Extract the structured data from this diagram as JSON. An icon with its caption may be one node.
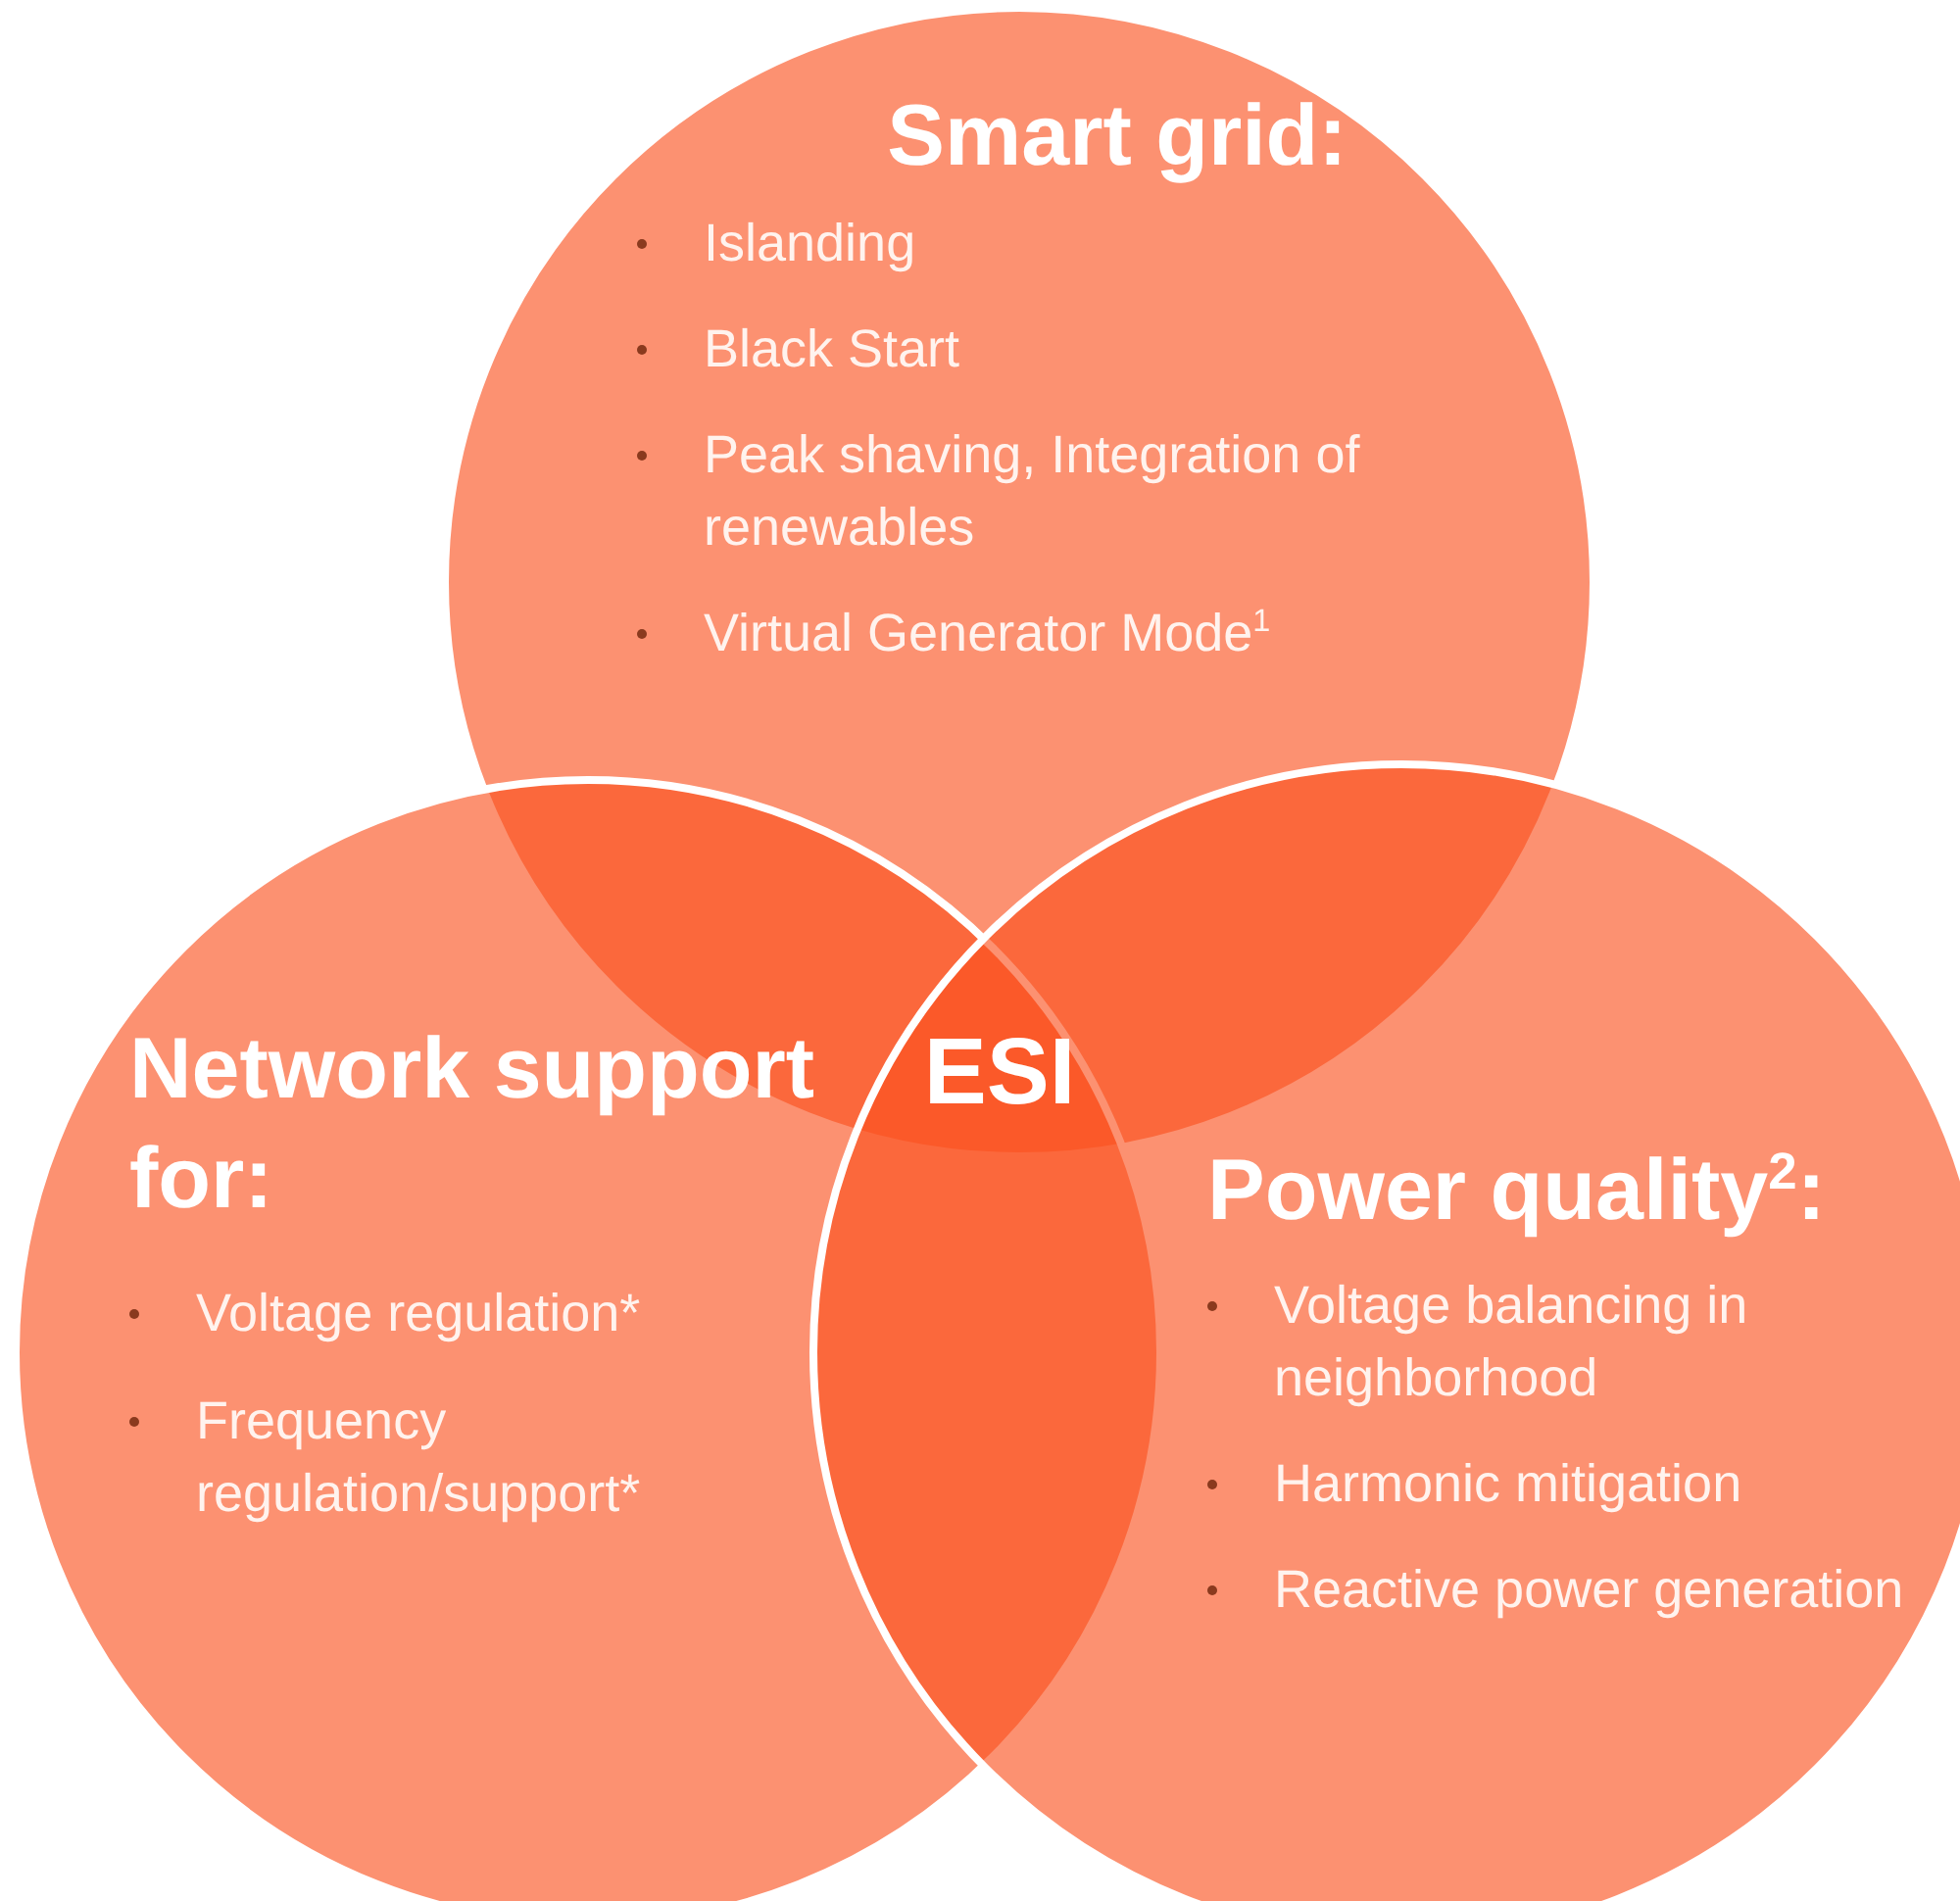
{
  "diagram": {
    "nodes": [
      {
        "text": [
          "Smart grid:",
          "Islanding",
          "Black Start",
          "Peak shaving, Integration of renewables",
          "Virtual Generator Mode$^{1}$"
        ]
      },
      {
        "text": [
          "**Network support for**:",
          "Voltage regulation*",
          "Frequency regulation/support*"
        ]
      },
      {
        "text": [
          "Power quality$^{2}$:",
          "Voltage balancing in neighborhood",
          "Harmonic mitigation",
          "Reactive power generation"
        ]
      }
    ],
    "labels": [
      "ESI"
    ]
  }
}
